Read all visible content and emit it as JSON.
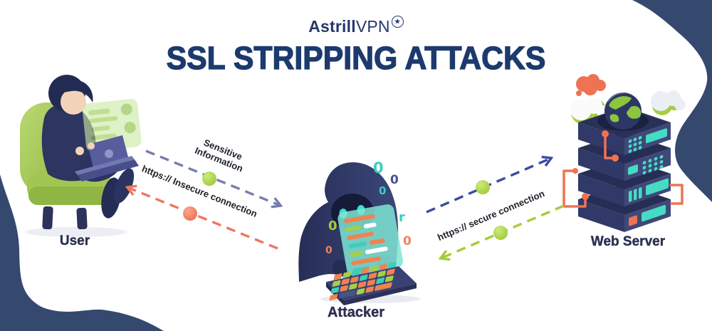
{
  "brand": {
    "logo_bold": "Astrill",
    "logo_light": "VPN",
    "trademark_symbol": "★"
  },
  "title": "SSL STRIPPING ATTACKS",
  "nodes": {
    "user": {
      "label": "User"
    },
    "attacker": {
      "label": "Attacker"
    },
    "web_server": {
      "label": "Web Server"
    }
  },
  "connections": [
    {
      "id": "sensitive-information",
      "from": "User",
      "to": "Attacker",
      "label": "Sensitive\nInformation",
      "style": "dashed",
      "color": "#767eae"
    },
    {
      "id": "insecure-connection",
      "from": "Attacker",
      "to": "User",
      "label": "https:// Insecure connection",
      "style": "dashed",
      "color": "#ee7661"
    },
    {
      "id": "secure-connection",
      "from": "Attacker",
      "to": "Web Server",
      "label": "https:// secure connection",
      "style": "dashed",
      "color": "#3b4aa2"
    },
    {
      "id": "server-response",
      "from": "Web Server",
      "to": "Attacker",
      "label": "",
      "style": "dashed",
      "color": "#a5cc38"
    }
  ],
  "attacker_glyphs": [
    {
      "char": "0",
      "color": "#3ecdbd"
    },
    {
      "char": "0",
      "color": "#464f8e"
    },
    {
      "char": "0",
      "color": "#3ecdbd"
    },
    {
      "char": "r",
      "color": "#3ecdbd"
    },
    {
      "char": "0",
      "color": "#f0825c"
    },
    {
      "char": "0",
      "color": "#a5cc38"
    },
    {
      "char": "0",
      "color": "#f0825c"
    }
  ],
  "colors": {
    "background": "#ffffff",
    "corner_blob": "#35496f",
    "title_text": "#1d3a6e",
    "logo_text": "#24386b",
    "node_label_text": "#2d3150",
    "connection_label_text": "#20202a",
    "lime_accent": "#a5cc38",
    "orange_accent": "#ee7661",
    "teal_accent": "#42d8c2",
    "figure_navy": "#2e3863"
  }
}
